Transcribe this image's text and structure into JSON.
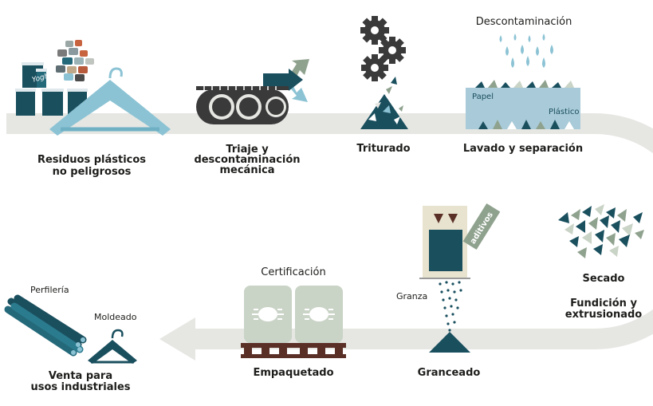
{
  "steps": {
    "residuos": [
      "Residuos plásticos",
      "no peligrosos"
    ],
    "triaje": [
      "Triaje y",
      "descontaminación",
      "mecánica"
    ],
    "triturado": "Triturado",
    "descontaminacion": "Descontaminación",
    "lavado": "Lavado y separación",
    "papel": "Papel",
    "plastico": "Plástico",
    "secado": "Secado",
    "fundicion": [
      "Fundición y",
      "extrusionado"
    ],
    "aditivos": "aditivos",
    "granza": "Granza",
    "granceado": "Granceado",
    "certificacion": "Certificación",
    "empaquetado": "Empaquetado",
    "perfileria": "Perfilería",
    "moldeado": "Moldeado",
    "venta": [
      "Venta para",
      "usos industriales"
    ]
  },
  "yogurt_brand": "Yoghu",
  "colors": {
    "path": "#e6e7e3",
    "teal": "#1a4f5e",
    "blue_light": "#8cc3d4",
    "water": "#a9cad8",
    "gray_dark": "#3a3a3a",
    "gray_green": "#8fa28e",
    "bag": "#c9d3c6",
    "pallet": "#5a2f26"
  },
  "icons": [
    "yogurt-cups-icon",
    "hanger-icon",
    "conveyor-icon",
    "sort-arrows-icon",
    "gears-icon",
    "water-drops-icon",
    "wash-tank-icon",
    "shredded-pile-icon",
    "extruder-icon",
    "pellets-icon",
    "bags-icon",
    "pallet-icon",
    "pipes-icon"
  ]
}
